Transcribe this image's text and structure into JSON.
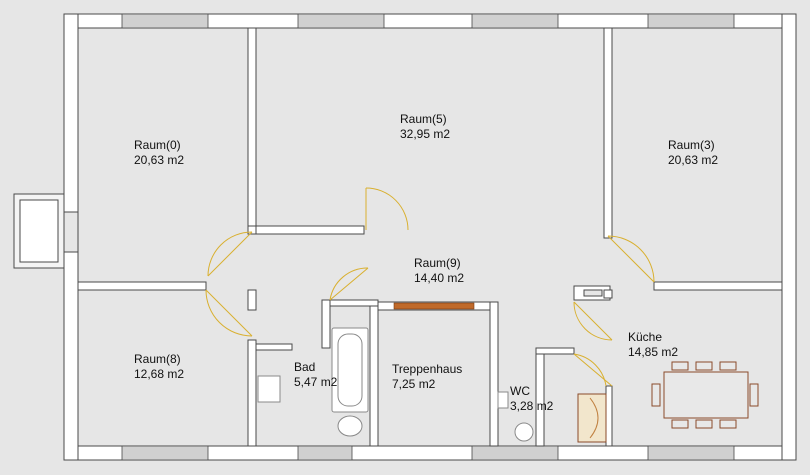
{
  "rooms": [
    {
      "name": "Raum(0)",
      "area": "20,63 m2"
    },
    {
      "name": "Raum(5)",
      "area": "32,95 m2"
    },
    {
      "name": "Raum(3)",
      "area": "20,63 m2"
    },
    {
      "name": "Raum(9)",
      "area": "14,40 m2"
    },
    {
      "name": "Raum(8)",
      "area": "12,68 m2"
    },
    {
      "name": "Bad",
      "area": "5,47 m2"
    },
    {
      "name": "Treppenhaus",
      "area": "7,25 m2"
    },
    {
      "name": "WC",
      "area": "3,28 m2"
    },
    {
      "name": "Küche",
      "area": "14,85 m2"
    }
  ],
  "colors": {
    "background": "#e6e6e6",
    "wall_fill": "#ffffff",
    "wall_stroke": "#4a4a4a",
    "door_swing": "#d9b030",
    "stair_opening": "#c06a2a",
    "furniture": "#8a4a2a"
  }
}
